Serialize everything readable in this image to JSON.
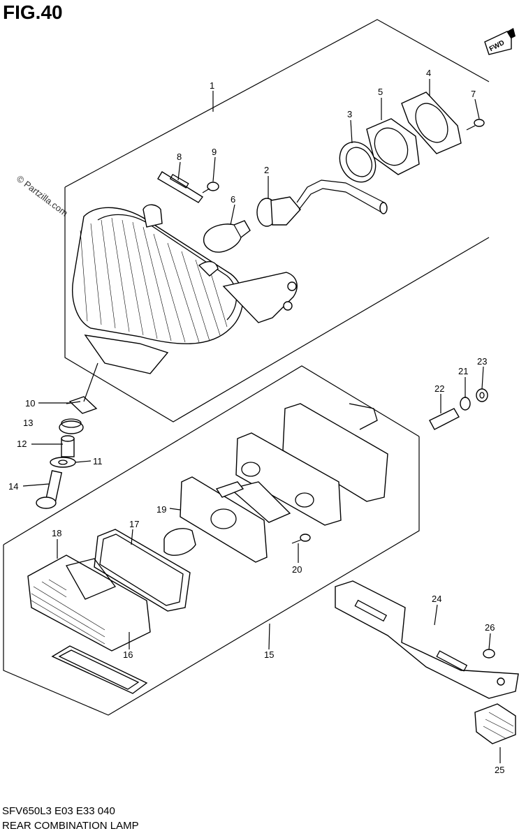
{
  "figure": {
    "title": "FIG.40",
    "fwd_label": "FWD",
    "watermark": "© Partzilla.com",
    "footer_code": "SFV650L3  E03  E33  040",
    "footer_name": "REAR COMBINATION LAMP"
  },
  "callouts": [
    {
      "id": "c1",
      "label": "1"
    },
    {
      "id": "c2",
      "label": "2"
    },
    {
      "id": "c3",
      "label": "3"
    },
    {
      "id": "c4",
      "label": "4"
    },
    {
      "id": "c5",
      "label": "5"
    },
    {
      "id": "c6",
      "label": "6"
    },
    {
      "id": "c7",
      "label": "7"
    },
    {
      "id": "c8",
      "label": "8"
    },
    {
      "id": "c9",
      "label": "9"
    },
    {
      "id": "c10",
      "label": "10"
    },
    {
      "id": "c11",
      "label": "11"
    },
    {
      "id": "c12",
      "label": "12"
    },
    {
      "id": "c13",
      "label": "13"
    },
    {
      "id": "c14",
      "label": "14"
    },
    {
      "id": "c15",
      "label": "15"
    },
    {
      "id": "c16",
      "label": "16"
    },
    {
      "id": "c17",
      "label": "17"
    },
    {
      "id": "c18",
      "label": "18"
    },
    {
      "id": "c19",
      "label": "19"
    },
    {
      "id": "c20",
      "label": "20"
    },
    {
      "id": "c21",
      "label": "21"
    },
    {
      "id": "c22",
      "label": "22"
    },
    {
      "id": "c23",
      "label": "23"
    },
    {
      "id": "c24",
      "label": "24"
    },
    {
      "id": "c25",
      "label": "25"
    },
    {
      "id": "c26",
      "label": "26"
    }
  ]
}
